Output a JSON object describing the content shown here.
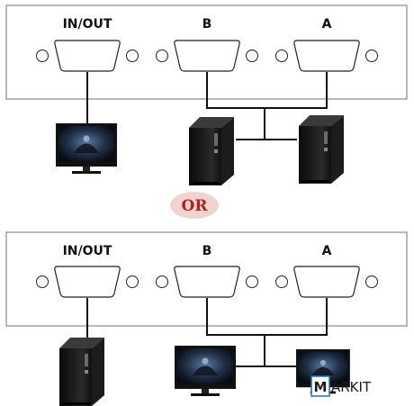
{
  "panels": [
    {
      "ports": [
        {
          "label": "IN/OUT"
        },
        {
          "label": "B"
        },
        {
          "label": "A"
        }
      ]
    },
    {
      "ports": [
        {
          "label": "IN/OUT"
        },
        {
          "label": "B"
        },
        {
          "label": "A"
        }
      ]
    }
  ],
  "separator": {
    "text": "OR"
  },
  "watermark": {
    "letter": "M",
    "rest": "ARKIT"
  },
  "colors": {
    "or_badge_fill": "#f3d3d0",
    "or_text": "#b02020",
    "logo_accent": "#1e6fb8"
  },
  "icons": {
    "monitor": "monitor-icon",
    "pc_tower": "pc-tower-icon",
    "vga_port": "vga-port-icon"
  }
}
